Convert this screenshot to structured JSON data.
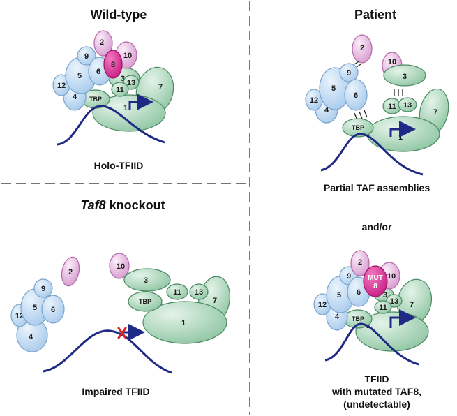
{
  "panels": {
    "wildtype": {
      "title": "Wild-type",
      "caption": "Holo-TFIID",
      "subunits": [
        "2",
        "9",
        "10",
        "8",
        "5",
        "6",
        "3",
        "12",
        "11",
        "13",
        "7",
        "4",
        "TBP",
        "1"
      ]
    },
    "patient": {
      "title": "Patient",
      "caption": "Partial TAF assemblies",
      "subunits": [
        "2",
        "10",
        "9",
        "5",
        "6",
        "3",
        "12",
        "4",
        "11",
        "13",
        "7",
        "TBP",
        "1"
      ]
    },
    "knockout": {
      "title_italic": "Taf8",
      "title_rest": " knockout",
      "caption": "Impaired TFIID",
      "subunits": [
        "2",
        "10",
        "9",
        "5",
        "6",
        "12",
        "4",
        "3",
        "TBP",
        "11",
        "13",
        "7",
        "1"
      ]
    },
    "mutated": {
      "connector": "and/or",
      "mut_label_line1": "MUT",
      "mut_label_line2": "8",
      "subunits": [
        "2",
        "9",
        "10",
        "5",
        "6",
        "3",
        "12",
        "11",
        "13",
        "7",
        "4",
        "TBP",
        "1"
      ],
      "caption_line1": "TFIID",
      "caption_line2": "with mutated TAF8,",
      "caption_line3": "(undetectable)"
    }
  },
  "colors": {
    "blue_fill": "#bcd8f1",
    "blue_stroke": "#7ba4cc",
    "pink_fill": "#eab8e4",
    "pink_stroke": "#b36aa8",
    "magenta_fill": "#d6258f",
    "green_fill": "#a8d4b8",
    "green_stroke": "#4b8a63",
    "dna": "#1f2a86",
    "block_x": "#e02020"
  }
}
